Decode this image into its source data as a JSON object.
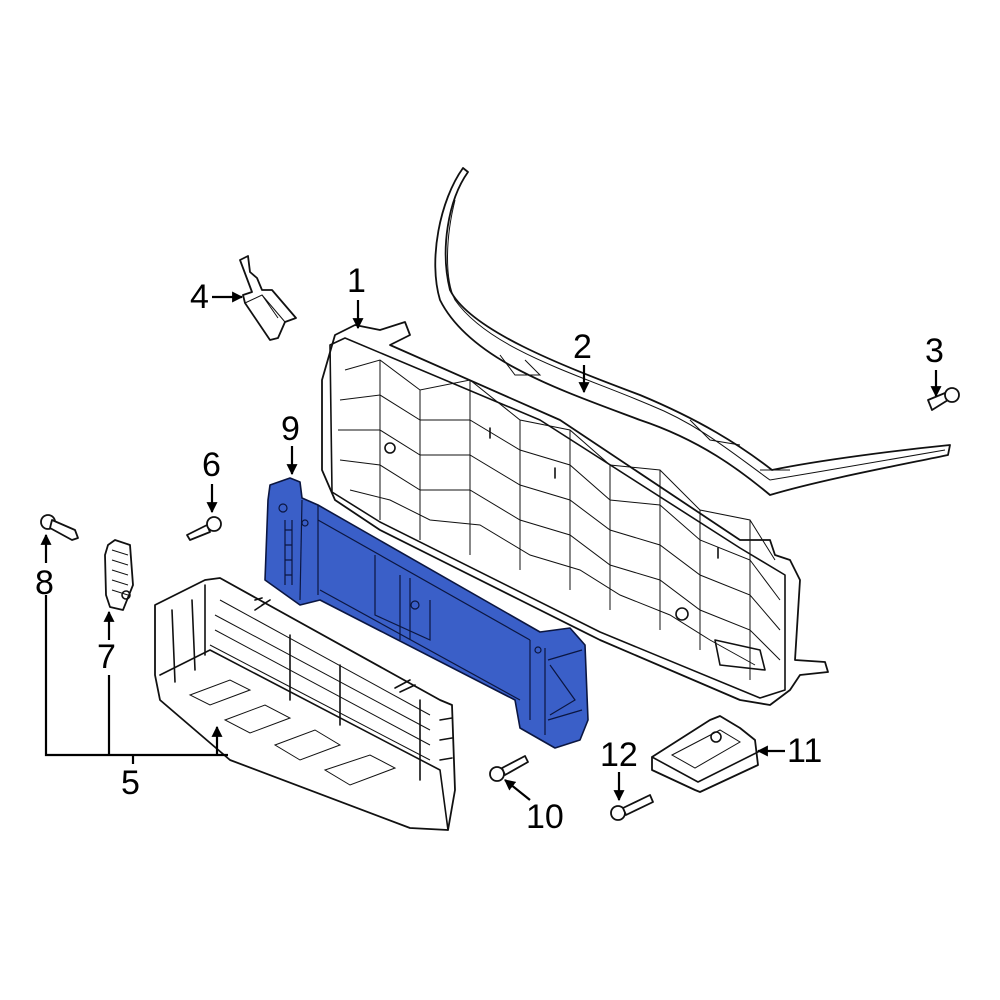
{
  "diagram": {
    "title": "Front grille assembly exploded parts diagram",
    "highlight_color": "#3A5FC8",
    "line_color": "#111111",
    "background": "#FFFFFF",
    "highlighted_part": "9",
    "parts": [
      {
        "number": "1",
        "name": "grille-assembly"
      },
      {
        "number": "2",
        "name": "upper-molding"
      },
      {
        "number": "3",
        "name": "screw"
      },
      {
        "number": "4",
        "name": "bracket-clip"
      },
      {
        "number": "5",
        "name": "air-shutter-assembly"
      },
      {
        "number": "6",
        "name": "screw"
      },
      {
        "number": "7",
        "name": "actuator"
      },
      {
        "number": "8",
        "name": "bolt"
      },
      {
        "number": "9",
        "name": "support-bracket"
      },
      {
        "number": "10",
        "name": "screw"
      },
      {
        "number": "11",
        "name": "sensor-bracket"
      },
      {
        "number": "12",
        "name": "screw"
      }
    ]
  },
  "labels": {
    "p1": "1",
    "p2": "2",
    "p3": "3",
    "p4": "4",
    "p5": "5",
    "p6": "6",
    "p7": "7",
    "p8": "8",
    "p9": "9",
    "p10": "10",
    "p11": "11",
    "p12": "12"
  }
}
